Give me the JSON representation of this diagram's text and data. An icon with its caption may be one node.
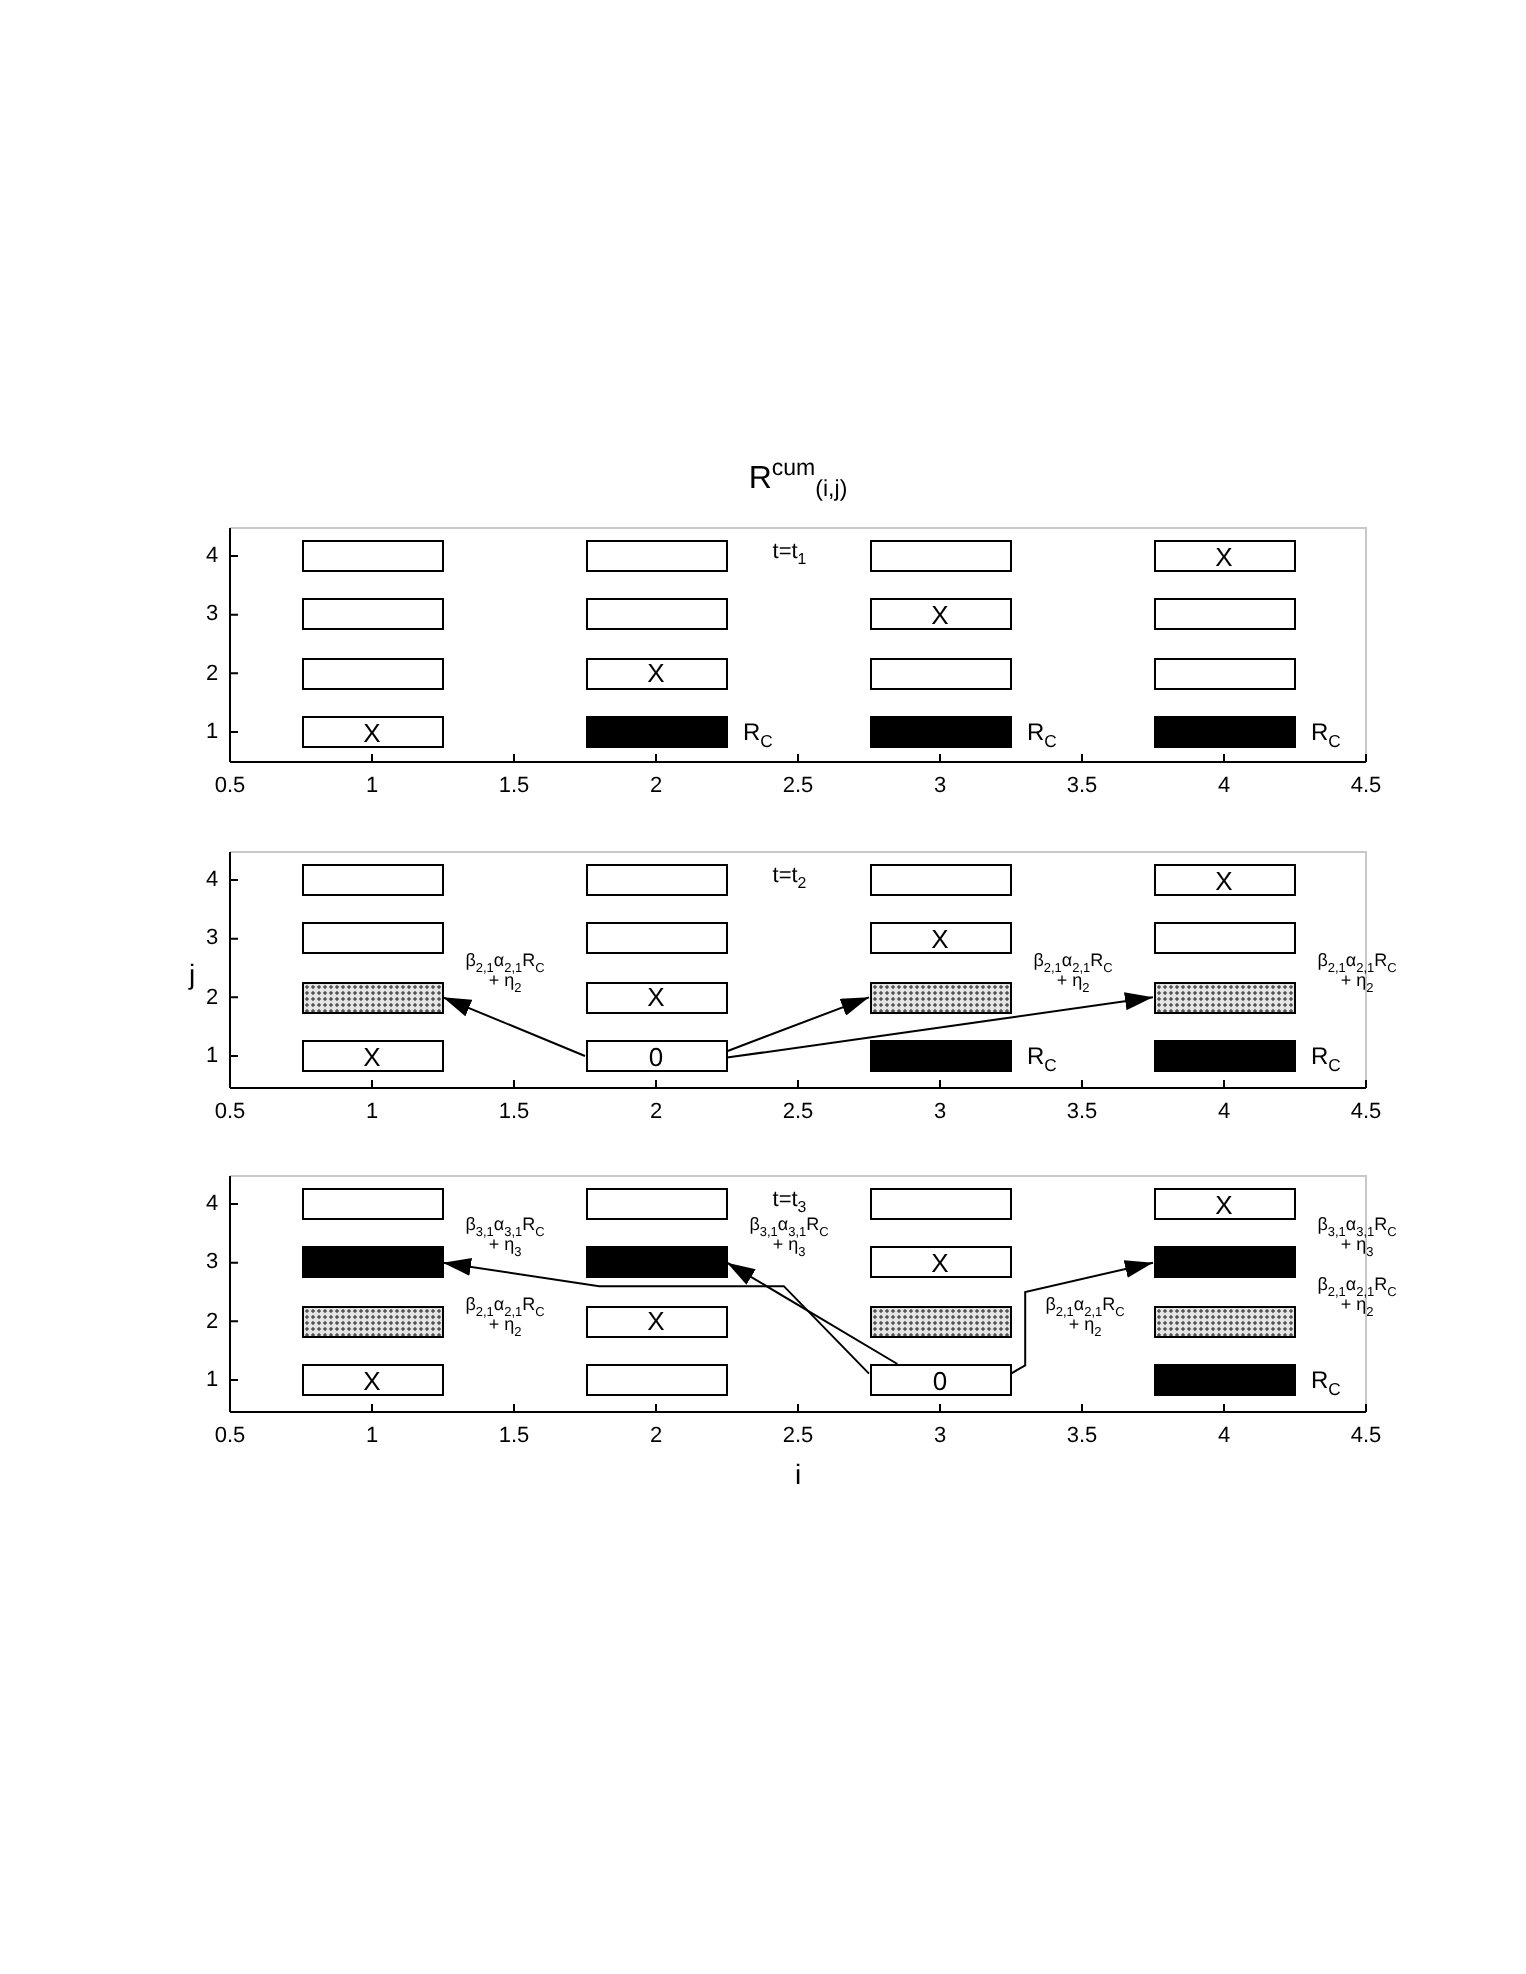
{
  "diagram": {
    "title": "R$^{cum}$$_{(i,j)}$",
    "nodes": [
      {
        "text": [],
        "shape": "box"
      },
      {
        "text": [],
        "shape": "box"
      },
      {
        "text": [],
        "shape": "box"
      },
      {
        "text": [
          "X"
        ]
      },
      {
        "text": [],
        "shape": "box"
      },
      {
        "text": [],
        "shape": "box"
      },
      {
        "text": [
          "X"
        ]
      },
      {
        "text": [],
        "shape": "box"
      },
      {
        "text": [],
        "shape": "box"
      },
      {
        "text": [
          "X"
        ]
      },
      {
        "text": [],
        "shape": "box"
      },
      {
        "text": [],
        "shape": "box"
      },
      {
        "text": [
          "X"
        ]
      },
      {
        "text": [],
        "shape": "bar",
        "beside": [
          "R$_{C}$"
        ]
      },
      {
        "text": [],
        "shape": "bar",
        "beside": [
          "R$_{C}$"
        ]
      },
      {
        "text": [],
        "shape": "bar",
        "beside": [
          "R$_{C}$"
        ]
      },
      {
        "text": [],
        "shape": "box"
      },
      {
        "text": [],
        "shape": "box"
      },
      {
        "text": [],
        "shape": "box"
      },
      {
        "text": [
          "X"
        ]
      },
      {
        "text": [],
        "shape": "box"
      },
      {
        "text": [],
        "shape": "box"
      },
      {
        "text": [
          "X"
        ]
      },
      {
        "text": [],
        "shape": "box"
      },
      {
        "text": [],
        "shape": "shaded",
        "beside": [
          "β$_{2,1}$α$_{2,1}$R$_{C}$ + η$_{2}$"
        ]
      },
      {
        "text": [
          "X"
        ]
      },
      {
        "text": [],
        "shape": "shaded",
        "beside": [
          "β$_{2,1}$α$_{2,1}$R$_{C}$ + η$_{2}$"
        ]
      },
      {
        "text": [],
        "shape": "shaded",
        "beside": [
          "β$_{2,1}$α$_{2,1}$R$_{C}$ + η$_{2}$"
        ]
      },
      {
        "text": [
          "X"
        ]
      },
      {
        "text": [
          "0"
        ]
      },
      {
        "text": [],
        "shape": "bar",
        "beside": [
          "R$_{C}$"
        ]
      },
      {
        "text": [],
        "shape": "bar",
        "beside": [
          "R$_{C}$"
        ]
      },
      {
        "text": [],
        "shape": "box"
      },
      {
        "text": [],
        "shape": "box"
      },
      {
        "text": [],
        "shape": "box"
      },
      {
        "text": [
          "X"
        ]
      },
      {
        "text": [],
        "shape": "bar",
        "beside": [
          "β$_{3,1}$α$_{3,1}$R$_{C}$ + η$_{3}$"
        ]
      },
      {
        "text": [],
        "shape": "bar",
        "beside": [
          "β$_{3,1}$α$_{3,1}$R$_{C}$ + η$_{3}$"
        ]
      },
      {
        "text": [
          "X"
        ]
      },
      {
        "text": [],
        "shape": "bar",
        "beside": [
          "β$_{3,1}$α$_{3,1}$R$_{C}$ + η$_{3}$"
        ]
      },
      {
        "text": [],
        "shape": "shaded",
        "beside": [
          "β$_{2,1}$α$_{2,1}$R$_{C}$ + η$_{2}$"
        ]
      },
      {
        "text": [
          "X"
        ]
      },
      {
        "text": [],
        "shape": "shaded",
        "beside": [
          "β$_{2,1}$α$_{2,1}$R$_{C}$ + η$_{2}$"
        ]
      },
      {
        "text": [],
        "shape": "shaded",
        "beside": [
          "β$_{2,1}$α$_{2,1}$R$_{C}$ + η$_{2}$"
        ]
      },
      {
        "text": [
          "X"
        ]
      },
      {
        "text": [],
        "shape": "box"
      },
      {
        "text": [
          "0"
        ]
      },
      {
        "text": [],
        "shape": "bar",
        "beside": [
          "R$_{C}$"
        ]
      }
    ],
    "edges": [
      {
        "from": 29,
        "to": 24,
        "arrow": "to"
      },
      {
        "from": 29,
        "to": 26,
        "arrow": "to"
      },
      {
        "from": 29,
        "to": 27,
        "arrow": "to"
      },
      {
        "from": 46,
        "to": 36,
        "arrow": "to"
      },
      {
        "from": 46,
        "to": 37,
        "arrow": "to"
      },
      {
        "from": 46,
        "to": 39,
        "arrow": "to"
      }
    ],
    "labels": [
      "4",
      "t=t$_{1}$",
      "3",
      "2",
      "1",
      "0.5",
      "1",
      "1.5",
      "2",
      "2.5",
      "3",
      "3.5",
      "4",
      "4.5",
      "j",
      "4",
      "t=t$_{2}$",
      "3",
      "2",
      "1",
      "0.5",
      "1",
      "1.5",
      "2",
      "2.5",
      "3",
      "3.5",
      "4",
      "4.5",
      "4",
      "t=t$_{3}$",
      "3",
      "2",
      "1",
      "0.5",
      "1",
      "1.5",
      "2",
      "2.5",
      "3",
      "3.5",
      "4",
      "4.5",
      "i"
    ]
  }
}
